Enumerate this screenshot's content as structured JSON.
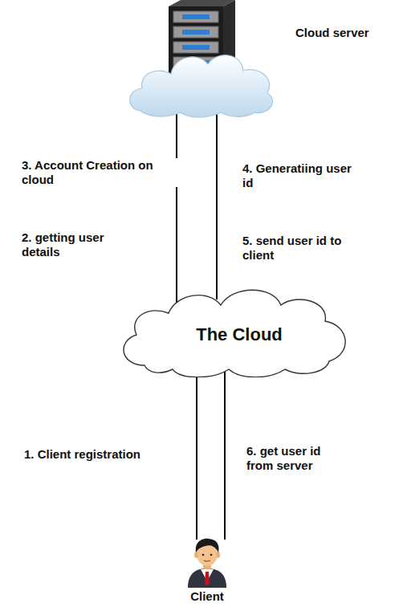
{
  "diagram": {
    "nodes": [
      {
        "text": [
          "Cloud server"
        ]
      },
      {
        "text": [
          "The Cloud"
        ]
      },
      {
        "text": [
          "Client"
        ]
      }
    ],
    "edges": [
      {
        "from": 0,
        "to": 1,
        "arrow": "none"
      },
      {
        "from": 0,
        "to": 1,
        "arrow": "none"
      },
      {
        "from": 1,
        "to": 2,
        "arrow": "none"
      },
      {
        "from": 1,
        "to": 2,
        "arrow": "none"
      }
    ],
    "labels": [
      "3. Account Creation on cloud",
      "4. Generatiing user id",
      "2. getting user details",
      "5. send user id to client",
      "1. Client registration",
      "6. get user id from server"
    ]
  }
}
